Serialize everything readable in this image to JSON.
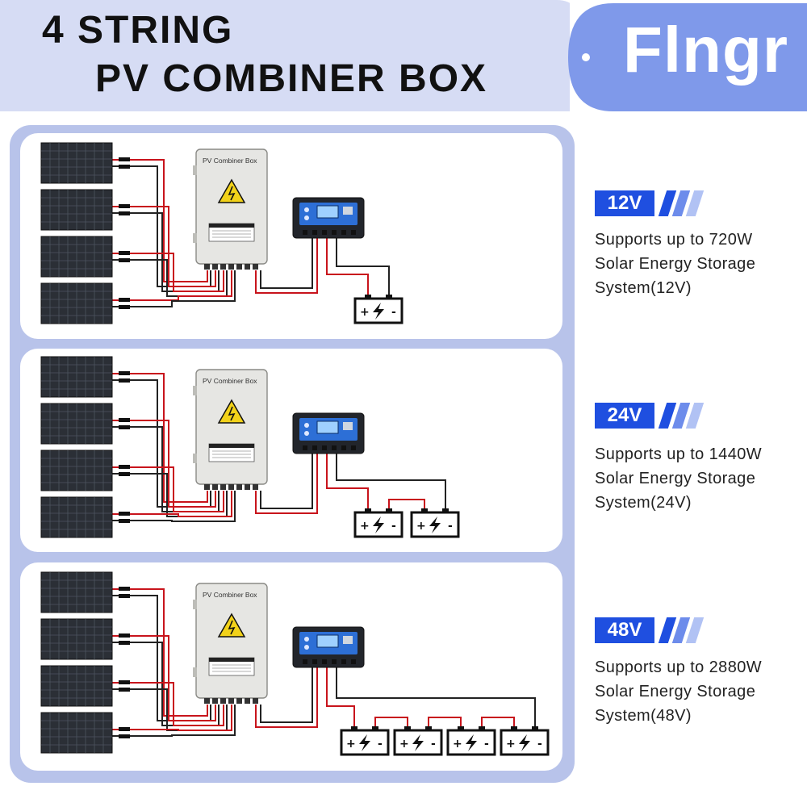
{
  "header": {
    "title_line1": "4 STRING",
    "title_line2": "PV COMBINER BOX",
    "brand": "Flngr"
  },
  "box_label": "PV Combiner Box",
  "configs": [
    {
      "voltage": "12V",
      "line1": "Supports up to 720W",
      "line2": "Solar Energy Storage",
      "line3": "System(12V)",
      "batteries": 1
    },
    {
      "voltage": "24V",
      "line1": "Supports up to 1440W",
      "line2": "Solar Energy Storage",
      "line3": "System(24V)",
      "batteries": 2
    },
    {
      "voltage": "48V",
      "line1": "Supports up to 2880W",
      "line2": "Solar Energy Storage",
      "line3": "System(48V)",
      "batteries": 4
    }
  ],
  "colors": {
    "header_band": "#d6dcf4",
    "brand_pill": "#7f99ea",
    "frame": "#b8c3ea",
    "badge": "#1f4fe0",
    "wire_red": "#c8141c",
    "warning": "#f2d21a"
  }
}
